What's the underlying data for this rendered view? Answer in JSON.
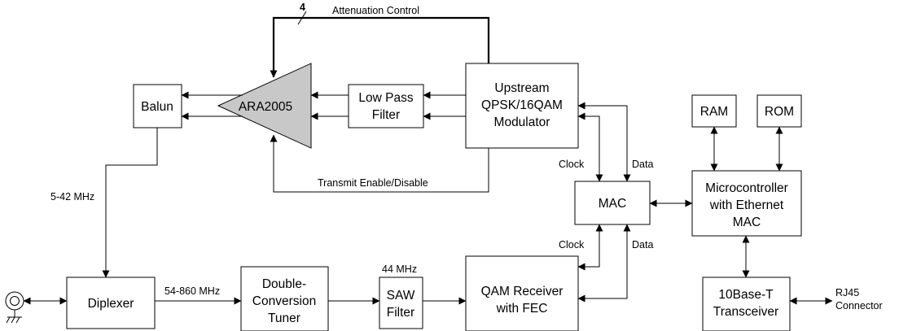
{
  "blocks": {
    "balun": "Balun",
    "amp": "ARA2005",
    "lpf": [
      "Low Pass",
      "Filter"
    ],
    "modulator": [
      "Upstream",
      "QPSK/16QAM",
      "Modulator"
    ],
    "ram": "RAM",
    "rom": "ROM",
    "mac": "MAC",
    "micro": [
      "Microcontroller",
      "with Ethernet",
      "MAC"
    ],
    "diplexer": "Diplexer",
    "tuner": [
      "Double-",
      "Conversion",
      "Tuner"
    ],
    "saw": [
      "SAW",
      "Filter"
    ],
    "qam": [
      "QAM Receiver",
      "with FEC"
    ],
    "transceiver": [
      "10Base-T",
      "Transceiver"
    ]
  },
  "labels": {
    "attenuation_bus_width": "4",
    "attenuation": "Attenuation Control",
    "transmit": "Transmit Enable/Disable",
    "upstream_band": "5-42 MHz",
    "downstream_band": "54-860 MHz",
    "if_freq": "44 MHz",
    "clock_top": "Clock",
    "data_top": "Data",
    "clock_bottom": "Clock",
    "data_bottom": "Data",
    "rj45": [
      "RJ45",
      "Connector"
    ]
  }
}
